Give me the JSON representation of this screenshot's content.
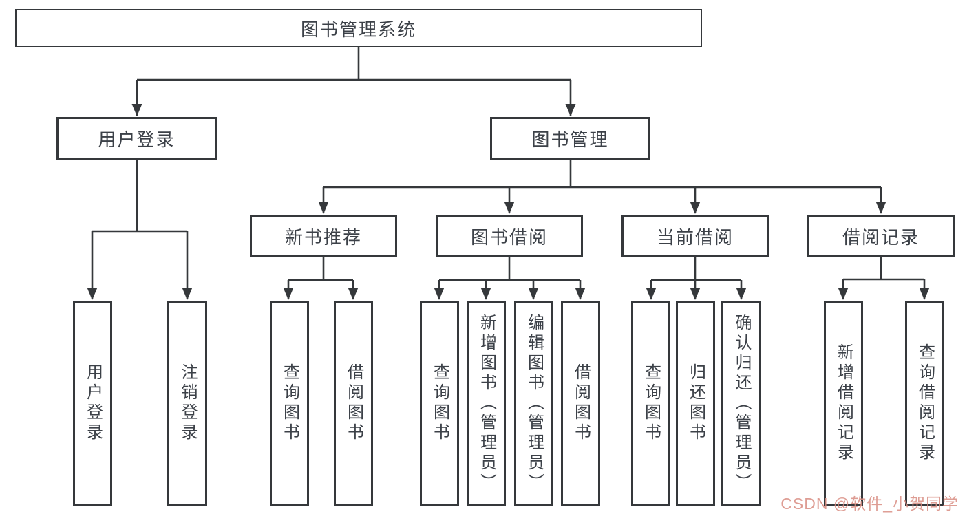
{
  "diagram": {
    "type": "org-tree",
    "root": {
      "label": "图书管理系统"
    },
    "branches": [
      {
        "label": "用户登录",
        "children": [
          {
            "label": "用户登录"
          },
          {
            "label": "注销登录"
          }
        ]
      },
      {
        "label": "图书管理",
        "groups": [
          {
            "label": "新书推荐",
            "children": [
              {
                "label": "查询图书"
              },
              {
                "label": "借阅图书"
              }
            ]
          },
          {
            "label": "图书借阅",
            "children": [
              {
                "label": "查询图书"
              },
              {
                "label": "新增图书（管理员）"
              },
              {
                "label": "编辑图书（管理员）"
              },
              {
                "label": "借阅图书"
              }
            ]
          },
          {
            "label": "当前借阅",
            "children": [
              {
                "label": "查询图书"
              },
              {
                "label": "归还图书"
              },
              {
                "label": "确认归还（管理员）"
              }
            ]
          },
          {
            "label": "借阅记录",
            "children": [
              {
                "label": "新增借阅记录"
              },
              {
                "label": "查询借阅记录"
              }
            ]
          }
        ]
      }
    ],
    "watermark": "CSDN @软件_小贺同学",
    "colors": {
      "line": "#35383b",
      "text": "#3c4148",
      "box_bg": "#ffffff",
      "watermark": "#d98d82",
      "background": "#ffffff"
    }
  }
}
